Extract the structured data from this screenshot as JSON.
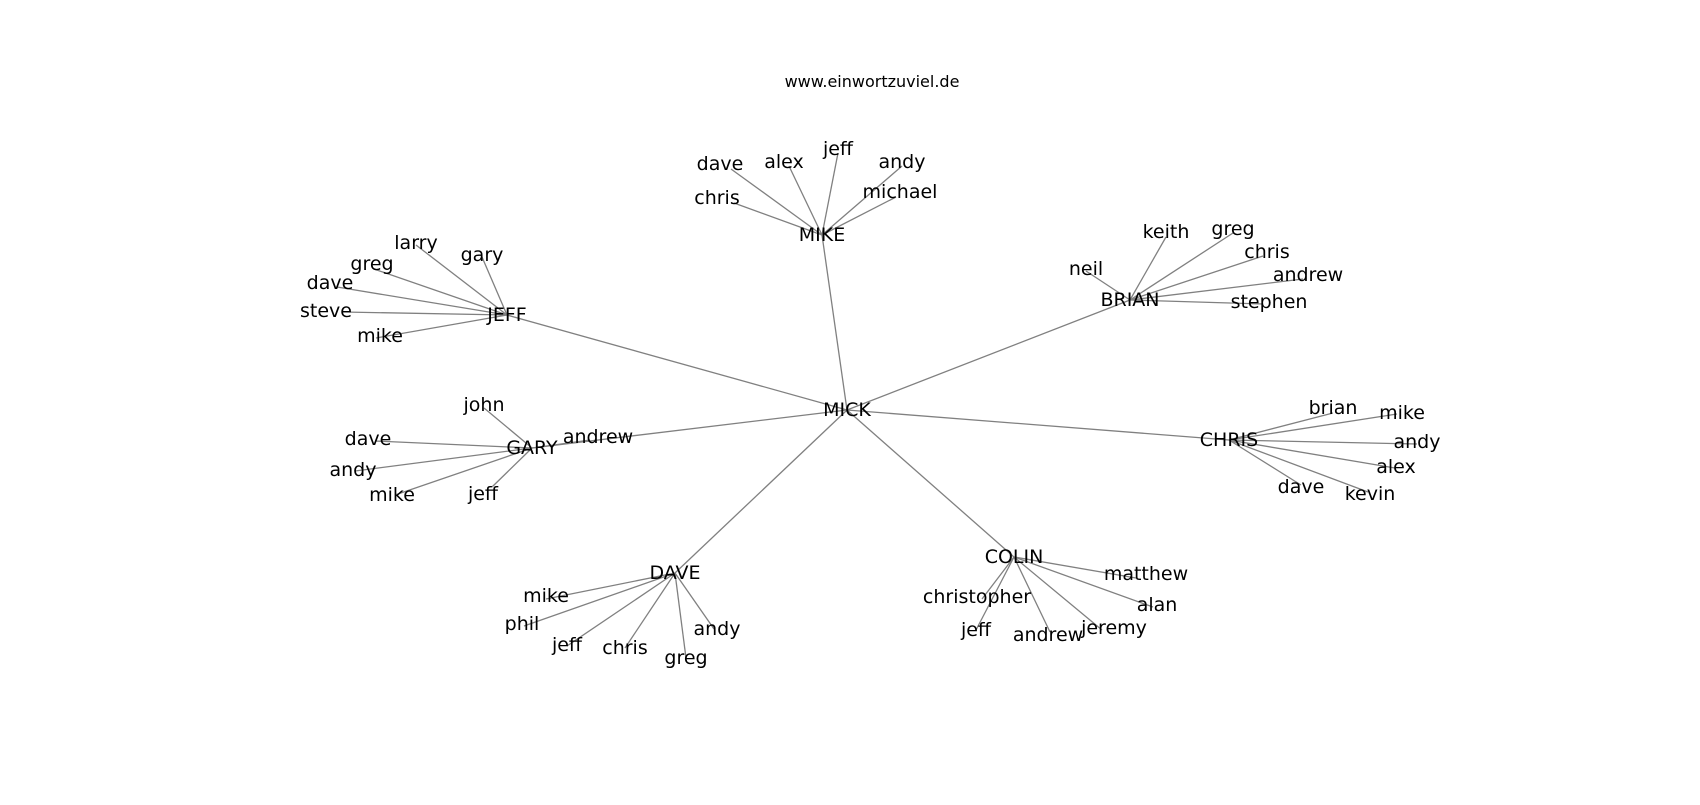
{
  "diagram": {
    "title": "www.einwortzuviel.de",
    "edge_color": "#808080",
    "root": "MICK",
    "hubs": [
      {
        "id": "MIKE",
        "children": [
          "dave",
          "alex",
          "jeff",
          "andy",
          "chris",
          "michael"
        ]
      },
      {
        "id": "JEFF",
        "children": [
          "larry",
          "gary",
          "greg",
          "dave",
          "steve",
          "mike"
        ]
      },
      {
        "id": "BRIAN",
        "children": [
          "keith",
          "greg",
          "neil",
          "chris",
          "andrew",
          "stephen"
        ]
      },
      {
        "id": "GARY",
        "children": [
          "john",
          "dave",
          "andrew",
          "andy",
          "mike",
          "jeff"
        ]
      },
      {
        "id": "CHRIS",
        "children": [
          "brian",
          "mike",
          "andy",
          "alex",
          "dave",
          "kevin"
        ]
      },
      {
        "id": "DAVE",
        "children": [
          "mike",
          "phil",
          "andy",
          "jeff",
          "chris",
          "greg"
        ]
      },
      {
        "id": "COLIN",
        "children": [
          "matthew",
          "christopher",
          "alan",
          "jeremy",
          "jeff",
          "andrew"
        ]
      }
    ]
  }
}
